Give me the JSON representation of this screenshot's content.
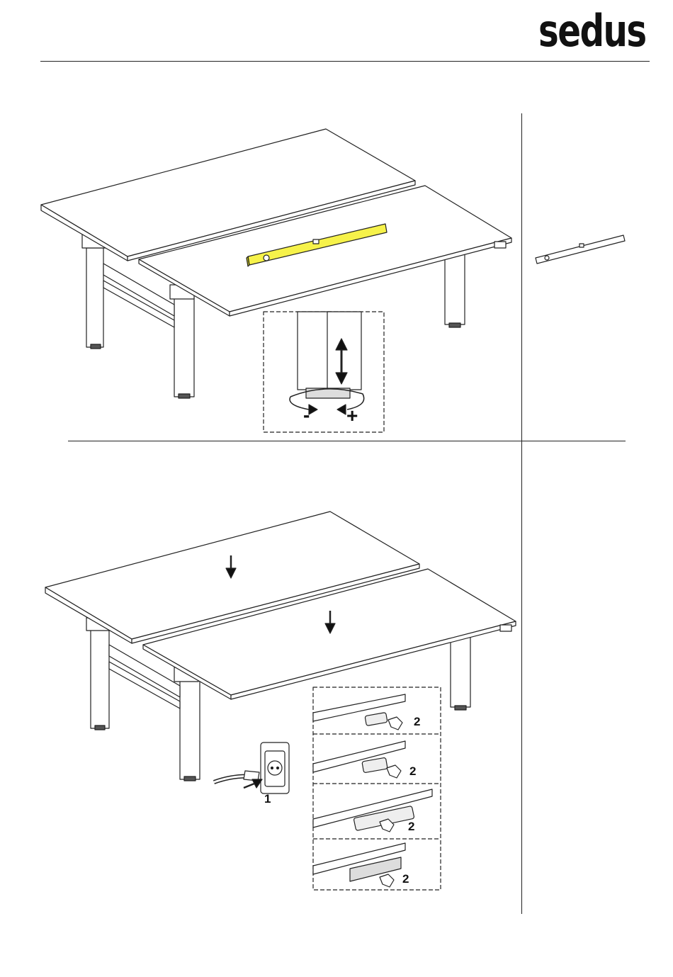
{
  "header": {
    "brand": "sedus"
  },
  "step1": {
    "detail": {
      "minus_label": "-",
      "plus_label": "+"
    },
    "colors": {
      "level_tool": "#f6f24a",
      "line": "#222222",
      "surface": "#ffffff"
    }
  },
  "step2": {
    "plug_callout": "1",
    "control_callouts": [
      "2",
      "2",
      "2",
      "2"
    ]
  }
}
